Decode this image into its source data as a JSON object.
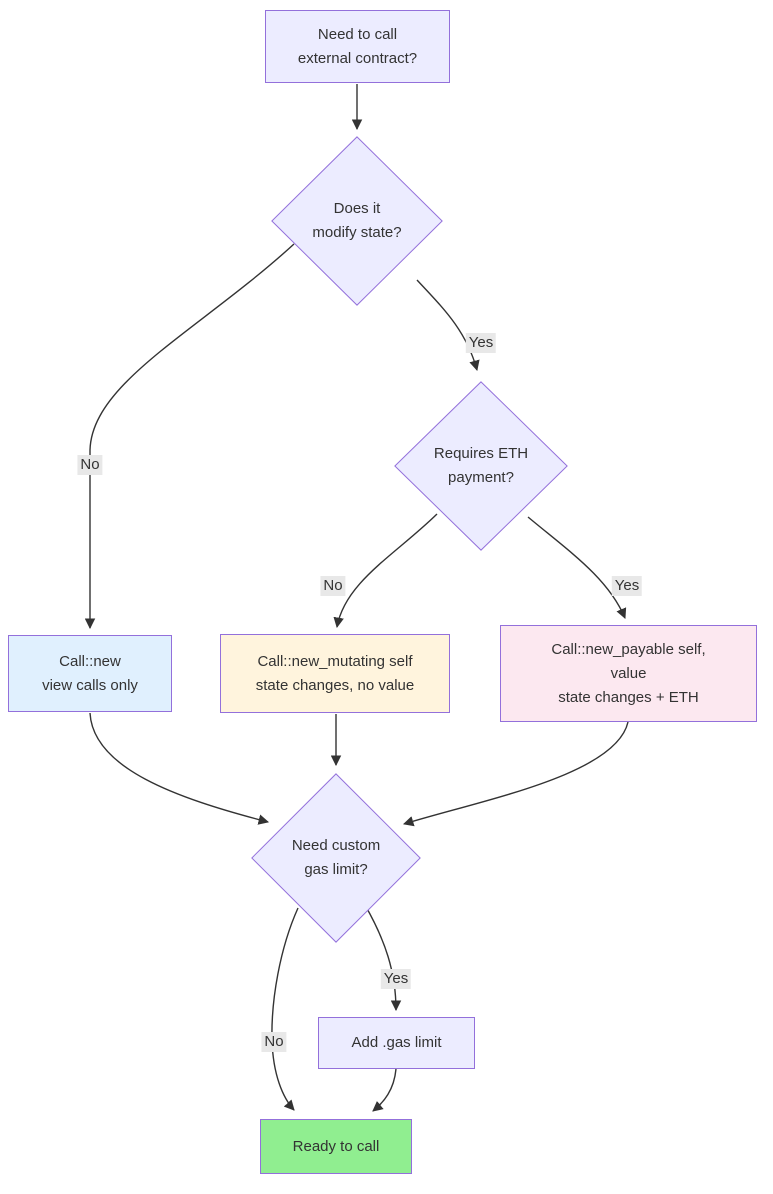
{
  "diagram": {
    "type": "flowchart",
    "direction": "top-down",
    "nodes": {
      "start": {
        "shape": "rect",
        "fill": "#ECECFF",
        "lines": [
          "Need to call",
          "external contract?"
        ]
      },
      "modify_state": {
        "shape": "diamond",
        "fill": "#ECECFF",
        "lines": [
          "Does it",
          "modify state?"
        ]
      },
      "eth_payment": {
        "shape": "diamond",
        "fill": "#ECECFF",
        "lines": [
          "Requires ETH",
          "payment?"
        ]
      },
      "view_call": {
        "shape": "rect",
        "fill": "#E0F0FE",
        "lines": [
          "Call::new",
          "view calls only"
        ]
      },
      "mutating_call": {
        "shape": "rect",
        "fill": "#FFF4DD",
        "lines": [
          "Call::new_mutating self",
          "state changes, no value"
        ]
      },
      "payable_call": {
        "shape": "rect",
        "fill": "#FCE8F0",
        "lines": [
          "Call::new_payable self,",
          "value",
          "state changes + ETH"
        ]
      },
      "gas_limit": {
        "shape": "diamond",
        "fill": "#ECECFF",
        "lines": [
          "Need custom",
          "gas limit?"
        ]
      },
      "add_gas": {
        "shape": "rect",
        "fill": "#ECECFF",
        "lines": [
          "Add .gas limit"
        ]
      },
      "ready": {
        "shape": "rect",
        "fill": "#90EE90",
        "lines": [
          "Ready to call"
        ]
      }
    },
    "edge_labels": {
      "modify_no": "No",
      "modify_yes": "Yes",
      "eth_no": "No",
      "eth_yes": "Yes",
      "gas_no": "No",
      "gas_yes": "Yes"
    },
    "edges": [
      {
        "from": "start",
        "to": "modify_state",
        "label": ""
      },
      {
        "from": "modify_state",
        "to": "view_call",
        "label": "No"
      },
      {
        "from": "modify_state",
        "to": "eth_payment",
        "label": "Yes"
      },
      {
        "from": "eth_payment",
        "to": "mutating_call",
        "label": "No"
      },
      {
        "from": "eth_payment",
        "to": "payable_call",
        "label": "Yes"
      },
      {
        "from": "view_call",
        "to": "gas_limit",
        "label": ""
      },
      {
        "from": "mutating_call",
        "to": "gas_limit",
        "label": ""
      },
      {
        "from": "payable_call",
        "to": "gas_limit",
        "label": ""
      },
      {
        "from": "gas_limit",
        "to": "ready",
        "label": "No"
      },
      {
        "from": "gas_limit",
        "to": "add_gas",
        "label": "Yes"
      },
      {
        "from": "add_gas",
        "to": "ready",
        "label": ""
      }
    ],
    "colors": {
      "node_default_fill": "#ECECFF",
      "node_border": "#9370DB",
      "view_call_fill": "#E0F0FE",
      "mutating_call_fill": "#FFF4DD",
      "payable_call_fill": "#FCE8F0",
      "ready_fill": "#90EE90",
      "edge_stroke": "#333333",
      "edge_label_bg": "#E8E8E8",
      "text": "#333333",
      "background": "#FFFFFF"
    }
  }
}
